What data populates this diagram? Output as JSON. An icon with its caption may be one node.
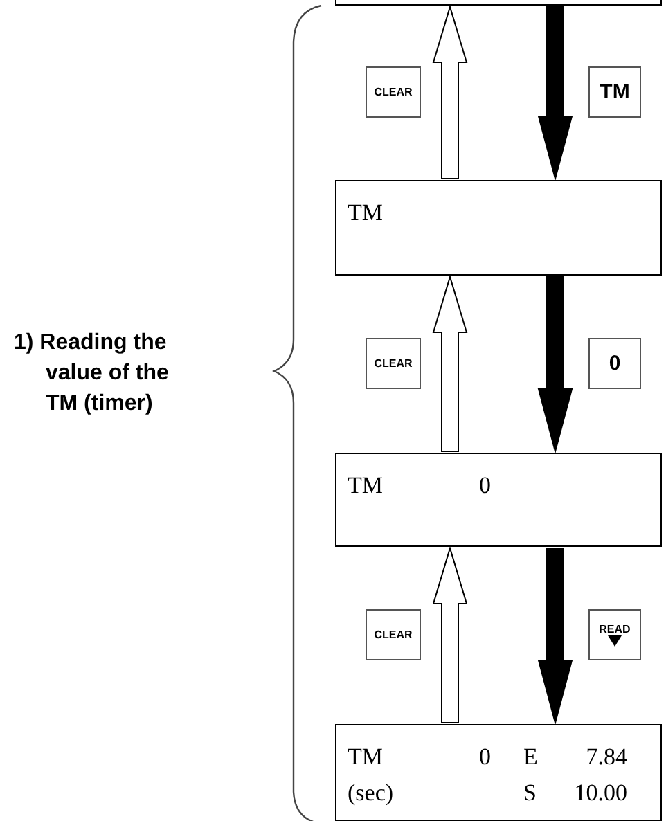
{
  "diagram": {
    "nodes": [
      {
        "text": [],
        "shape": "box"
      },
      {
        "text": [
          "CLEAR"
        ]
      },
      {
        "text": [
          "TM"
        ]
      },
      {
        "text": [
          "TM"
        ]
      },
      {
        "text": [
          "CLEAR"
        ]
      },
      {
        "text": [
          "0"
        ]
      },
      {
        "text": [
          "TM",
          "0"
        ]
      },
      {
        "text": [
          "CLEAR"
        ]
      },
      {
        "text": [
          "READ"
        ]
      },
      {
        "text": [
          "TM",
          "0",
          "E",
          "7.84",
          "(sec)",
          "S",
          "10.00"
        ]
      }
    ],
    "edges": [
      {
        "from": 0,
        "to": 3,
        "arrow": "to",
        "style": "thick"
      },
      {
        "from": 3,
        "to": 0,
        "arrow": "to"
      },
      {
        "from": 3,
        "to": 6,
        "arrow": "to",
        "style": "thick"
      },
      {
        "from": 6,
        "to": 3,
        "arrow": "to"
      },
      {
        "from": 6,
        "to": 9,
        "arrow": "to",
        "style": "thick"
      },
      {
        "from": 9,
        "to": 6,
        "arrow": "to"
      }
    ],
    "labels": [
      "1) Reading the value of the TM (timer)"
    ]
  }
}
